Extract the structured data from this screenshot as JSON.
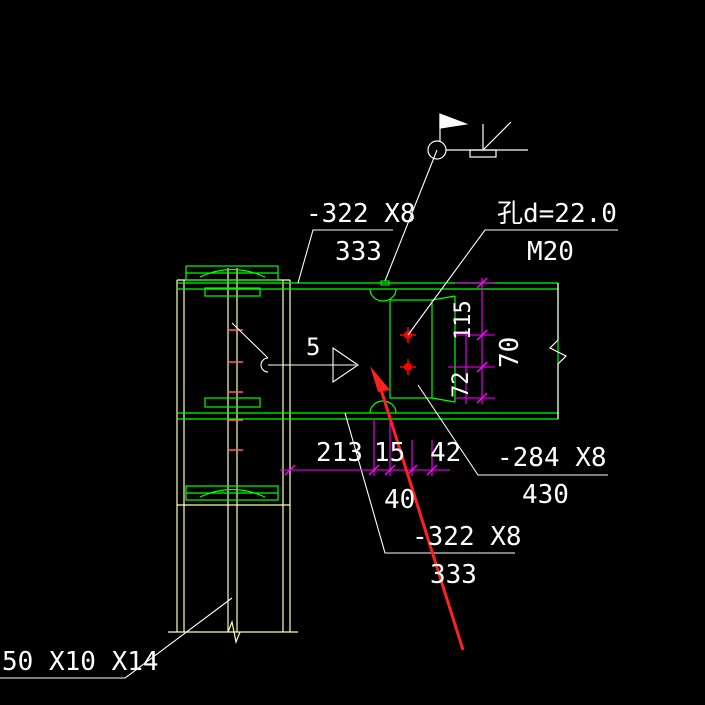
{
  "labels": {
    "plate_top_spec": "-322 X8",
    "plate_top_len": "333",
    "hole_spec": "孔d=22.0",
    "bolt_spec": "M20",
    "weld_size": "5",
    "dim_115": "115",
    "dim_70": "70",
    "dim_72": "72",
    "dim_213": "213",
    "dim_15": "15",
    "dim_42": "42",
    "dim_40": "40",
    "stiffener_spec": "-284 X8",
    "stiffener_len": "430",
    "plate_bot_spec": "-322 X8",
    "plate_bot_len": "333",
    "column_spec": "50 X10 X14"
  },
  "colors": {
    "background": "#000000",
    "beam": "#00ff00",
    "column": "#ffffb0",
    "text": "#ffffff",
    "dimension": "#ff00ff",
    "bolt": "#ff0000",
    "arrow": "#ff2020"
  }
}
